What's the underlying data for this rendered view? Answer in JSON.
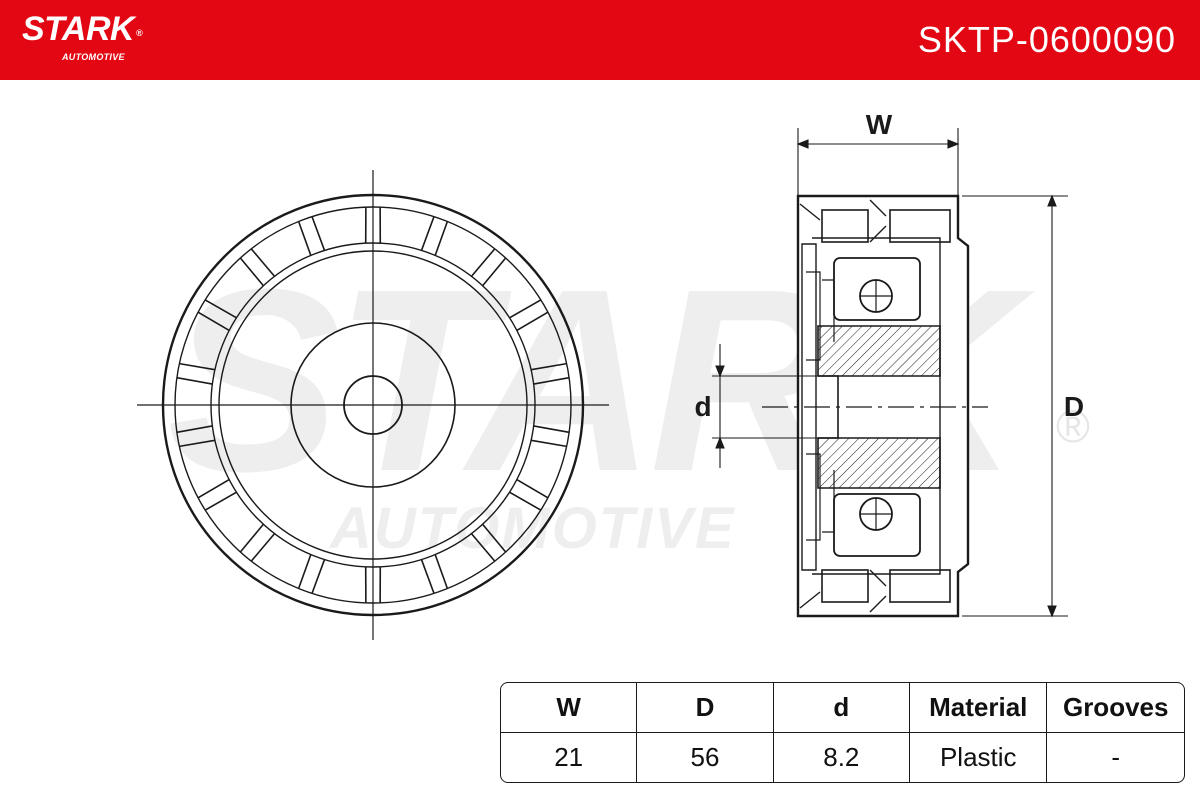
{
  "brand": {
    "name": "STARK",
    "reg_mark": "®",
    "subtitle": "AUTOMOTIVE"
  },
  "header": {
    "part_number": "SKTP-0600090",
    "background_color": "#e30613"
  },
  "watermark": {
    "line1": "STARK",
    "line2": "AUTOMOTIVE",
    "reg_mark": "®"
  },
  "diagram": {
    "labels": {
      "width": "W",
      "diameter": "D",
      "bore": "d"
    }
  },
  "spec_table": {
    "headers": [
      "W",
      "D",
      "d",
      "Material",
      "Grooves"
    ],
    "values": [
      "21",
      "56",
      "8.2",
      "Plastic",
      "-"
    ]
  }
}
